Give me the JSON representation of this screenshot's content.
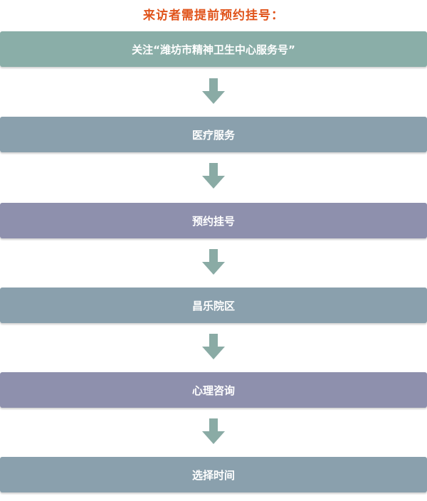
{
  "heading": "来访者需提前预约挂号：",
  "colors": {
    "heading": "#e0531a",
    "arrow": "#8aaba5",
    "teal": "#8aaea8",
    "slate": "#8aa0ad",
    "purple": "#8e90ad"
  },
  "steps": [
    {
      "label": "关注“潍坊市精神卫生中心服务号”",
      "color": "#8aaea8"
    },
    {
      "label": "医疗服务",
      "color": "#8aa0ad"
    },
    {
      "label": "预约挂号",
      "color": "#8e90ad"
    },
    {
      "label": "昌乐院区",
      "color": "#8aa0ad"
    },
    {
      "label": "心理咨询",
      "color": "#8e90ad"
    },
    {
      "label": "选择时间",
      "color": "#8aa0ad"
    }
  ],
  "connector_icon": "arrow-down-icon"
}
